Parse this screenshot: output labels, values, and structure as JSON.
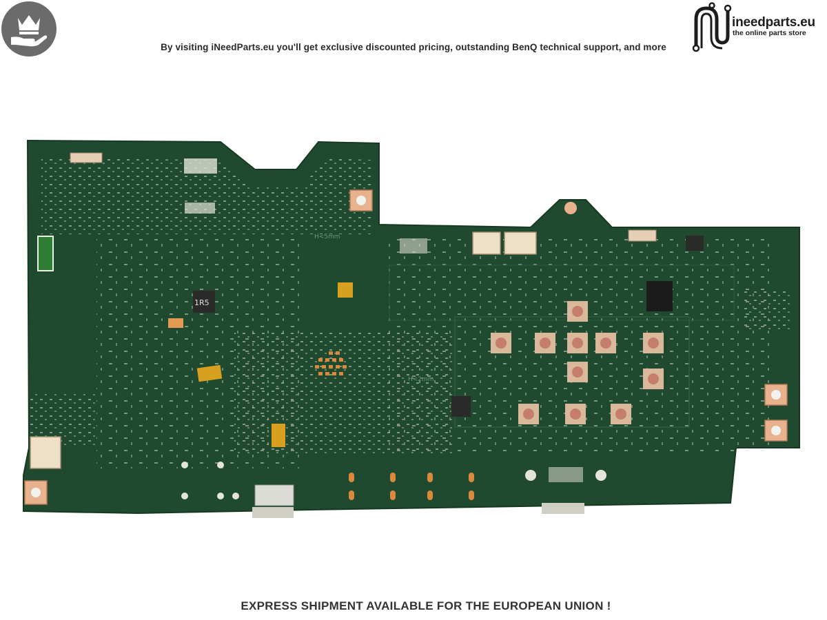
{
  "header": {
    "tagline": "By visiting iNeedParts.eu you'll get exclusive discounted pricing, outstanding BenQ technical support, and more"
  },
  "logo": {
    "name": "ineedparts.eu",
    "subtitle": "the online parts store",
    "icon": "circuit-n-logo-icon"
  },
  "badge": {
    "icon": "crown-hand-icon",
    "color": "#6b6b6b"
  },
  "photo": {
    "board_color": "#1f4a30",
    "silkscreen": [
      "H<5mm",
      "H<2mm",
      "1R5"
    ]
  },
  "footer": {
    "text": "EXPRESS SHIPMENT AVAILABLE FOR THE EUROPEAN UNION !"
  }
}
